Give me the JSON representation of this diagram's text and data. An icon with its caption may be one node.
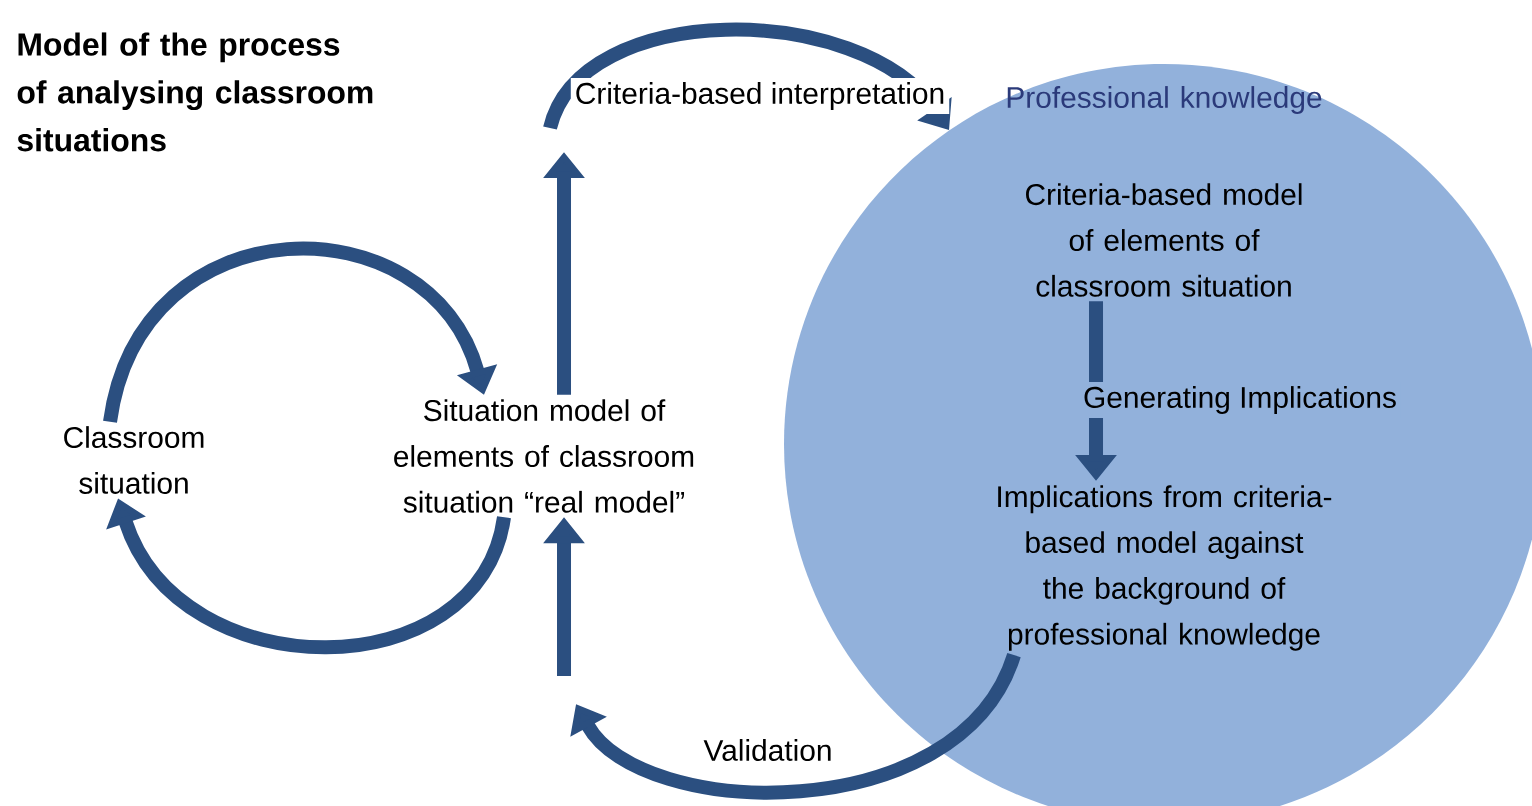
{
  "diagram": {
    "title": "Model of the process of analysing classroom situations",
    "nodes": [
      {
        "text": [
          "Professional knowledge"
        ]
      },
      {
        "text": [
          "Classroom situation"
        ]
      },
      {
        "text": [
          "Situation model of elements of classroom situation “real model”"
        ]
      },
      {
        "text": [
          "Criteria-based model of elements of classroom situation"
        ],
        "in": 0
      },
      {
        "text": [
          "Implications from criteria-based model against the background of professional knowledge"
        ],
        "in": 0
      }
    ],
    "edges": [
      {
        "from": 1,
        "to": 2,
        "arrow": "to"
      },
      {
        "from": 2,
        "to": 1,
        "arrow": "to"
      },
      {
        "from": 2,
        "to": null,
        "arrow": "to"
      },
      {
        "from": null,
        "to": 0,
        "arrow": "to",
        "label": "Criteria-based interpretation"
      },
      {
        "from": 3,
        "to": 4,
        "arrow": "to",
        "label": "Generating Implications"
      },
      {
        "from": 4,
        "to": null,
        "arrow": "to",
        "label": "Validation"
      },
      {
        "from": null,
        "to": 2,
        "arrow": "to"
      }
    ]
  }
}
